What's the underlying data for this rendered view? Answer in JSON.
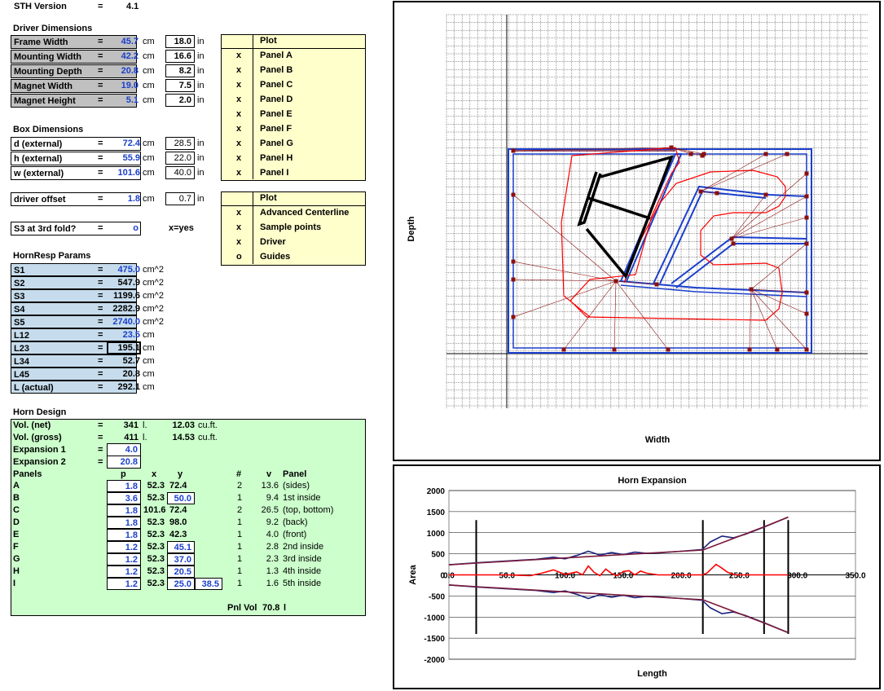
{
  "version": {
    "label": "STH Version",
    "eq": "=",
    "value": "4.1"
  },
  "driver": {
    "title": "Driver Dimensions",
    "rows": [
      {
        "label": "Frame Width",
        "cm": "45.7",
        "in": "18.0"
      },
      {
        "label": "Mounting Width",
        "cm": "42.2",
        "in": "16.6"
      },
      {
        "label": "Mounting Depth",
        "cm": "20.8",
        "in": "8.2"
      },
      {
        "label": "Magnet Width",
        "cm": "19.0",
        "in": "7.5"
      },
      {
        "label": "Magnet Height",
        "cm": "5.1",
        "in": "2.0"
      }
    ]
  },
  "box": {
    "title": "Box Dimensions",
    "rows": [
      {
        "label": "d (external)",
        "cm": "72.4",
        "in": "28.5"
      },
      {
        "label": "h (external)",
        "cm": "55.9",
        "in": "22.0"
      },
      {
        "label": "w (external)",
        "cm": "101.6",
        "in": "40.0"
      }
    ]
  },
  "offset": {
    "label": "driver offset",
    "cm": "1.8",
    "in": "0.7"
  },
  "s3fold": {
    "label": "S3 at 3rd fold?",
    "value": "o",
    "hint": "x=yes"
  },
  "units": {
    "eq": "=",
    "cm": "cm",
    "in": "in",
    "cm2": "cm^2"
  },
  "plot1": {
    "title": "Plot",
    "rows": [
      {
        "mark": "x",
        "label": "Panel A"
      },
      {
        "mark": "x",
        "label": "Panel B"
      },
      {
        "mark": "x",
        "label": "Panel C"
      },
      {
        "mark": "x",
        "label": "Panel D"
      },
      {
        "mark": "x",
        "label": "Panel E"
      },
      {
        "mark": "x",
        "label": "Panel F"
      },
      {
        "mark": "x",
        "label": "Panel G"
      },
      {
        "mark": "x",
        "label": "Panel H"
      },
      {
        "mark": "x",
        "label": "Panel I"
      }
    ]
  },
  "plot2": {
    "title": "Plot",
    "rows": [
      {
        "mark": "x",
        "label": "Advanced Centerline"
      },
      {
        "mark": "x",
        "label": "Sample points"
      },
      {
        "mark": "x",
        "label": "Driver"
      },
      {
        "mark": "o",
        "label": "Guides"
      }
    ]
  },
  "hornresp": {
    "title": "HornResp Params",
    "rows": [
      {
        "label": "S1",
        "value": "475.0",
        "unit": "cm^2",
        "blue": true
      },
      {
        "label": "S2",
        "value": "547.9",
        "unit": "cm^2",
        "blue": false
      },
      {
        "label": "S3",
        "value": "1199.6",
        "unit": "cm^2",
        "blue": false
      },
      {
        "label": "S4",
        "value": "2282.9",
        "unit": "cm^2",
        "blue": false
      },
      {
        "label": "S5",
        "value": "2740.0",
        "unit": "cm^2",
        "blue": true
      },
      {
        "label": "L12",
        "value": "23.5",
        "unit": "cm",
        "blue": true
      },
      {
        "label": "L23",
        "value": "195.1",
        "unit": "cm",
        "blue": false
      },
      {
        "label": "L34",
        "value": "52.7",
        "unit": "cm",
        "blue": false
      },
      {
        "label": "L45",
        "value": "20.8",
        "unit": "cm",
        "blue": false
      },
      {
        "label": "L (actual)",
        "value": "292.1",
        "unit": "cm",
        "blue": false
      }
    ]
  },
  "horn": {
    "title": "Horn Design",
    "volnet": {
      "label": "Vol. (net)",
      "l": "341",
      "lu": "l.",
      "ft": "12.03",
      "ftu": "cu.ft."
    },
    "volgross": {
      "label": "Vol. (gross)",
      "l": "411",
      "lu": "l.",
      "ft": "14.53",
      "ftu": "cu.ft."
    },
    "exp1": {
      "label": "Expansion 1",
      "value": "4.0"
    },
    "exp2": {
      "label": "Expansion 2",
      "value": "20.8"
    },
    "headers": {
      "panels": "Panels",
      "p": "p",
      "x": "x",
      "y": "y",
      "n": "#",
      "v": "v",
      "panel": "Panel"
    },
    "rows": [
      {
        "name": "A",
        "p": "1.8",
        "x": "52.3",
        "y": "72.4",
        "yin": false,
        "extra": "",
        "n": "2",
        "v": "13.6",
        "desc": "(sides)"
      },
      {
        "name": "B",
        "p": "3.6",
        "x": "52.3",
        "y": "50.0",
        "yin": true,
        "extra": "",
        "n": "1",
        "v": "9.4",
        "desc": "1st inside"
      },
      {
        "name": "C",
        "p": "1.8",
        "x": "101.6",
        "y": "72.4",
        "yin": false,
        "extra": "",
        "n": "2",
        "v": "26.5",
        "desc": "(top, bottom)"
      },
      {
        "name": "D",
        "p": "1.8",
        "x": "52.3",
        "y": "98.0",
        "yin": false,
        "extra": "",
        "n": "1",
        "v": "9.2",
        "desc": "(back)"
      },
      {
        "name": "E",
        "p": "1.8",
        "x": "52.3",
        "y": "42.3",
        "yin": false,
        "extra": "",
        "n": "1",
        "v": "4.0",
        "desc": "(front)"
      },
      {
        "name": "F",
        "p": "1.2",
        "x": "52.3",
        "y": "45.1",
        "yin": true,
        "extra": "",
        "n": "1",
        "v": "2.8",
        "desc": "2nd inside"
      },
      {
        "name": "G",
        "p": "1.2",
        "x": "52.3",
        "y": "37.0",
        "yin": true,
        "extra": "",
        "n": "1",
        "v": "2.3",
        "desc": "3rd inside"
      },
      {
        "name": "H",
        "p": "1.2",
        "x": "52.3",
        "y": "20.5",
        "yin": true,
        "extra": "",
        "n": "1",
        "v": "1.3",
        "desc": "4th inside"
      },
      {
        "name": "I",
        "p": "1.2",
        "x": "52.3",
        "y": "25.0",
        "yin": true,
        "extra": "38.5",
        "n": "1",
        "v": "1.6",
        "desc": "5th inside"
      }
    ],
    "pnlvol": {
      "label": "Pnl Vol",
      "value": "70.8",
      "unit": "l"
    }
  },
  "layoutplot": {
    "xlabel": "Width",
    "ylabel": "Depth"
  },
  "chart_data": {
    "type": "line",
    "title": "Horn Expansion",
    "xlabel": "Length",
    "ylabel": "Area",
    "xlim": [
      0,
      350
    ],
    "ylim": [
      -2000,
      2000
    ],
    "xticks": [
      "0.0",
      "50.0",
      "100.0",
      "150.0",
      "200.0",
      "250.0",
      "300.0",
      "350.0"
    ],
    "yticks": [
      "2000",
      "1500",
      "1000",
      "500",
      "0",
      "-500",
      "-1000",
      "-1500",
      "-2000"
    ],
    "vlines": [
      23.5,
      218.6,
      271.3,
      292.1
    ],
    "series": [
      {
        "color": "#1a237e",
        "x": [
          0,
          25,
          50,
          75,
          90,
          100,
          110,
          120,
          130,
          140,
          150,
          160,
          170,
          180,
          200,
          218,
          225,
          235,
          245,
          255,
          271,
          292
        ],
        "y": [
          240,
          290,
          330,
          370,
          420,
          380,
          460,
          560,
          470,
          530,
          480,
          540,
          510,
          520,
          560,
          600,
          780,
          920,
          880,
          960,
          1130,
          1370
        ]
      },
      {
        "color": "#7b1a3a",
        "x": [
          0,
          23.5,
          218.6,
          271.3,
          292.1
        ],
        "y": [
          237,
          280,
          590,
          1140,
          1370
        ]
      },
      {
        "color": "#1a237e",
        "x": [
          0,
          25,
          50,
          75,
          90,
          100,
          110,
          120,
          130,
          140,
          150,
          160,
          170,
          180,
          200,
          218,
          225,
          235,
          245,
          255,
          271,
          292
        ],
        "y": [
          -240,
          -290,
          -330,
          -370,
          -420,
          -380,
          -460,
          -560,
          -470,
          -530,
          -480,
          -540,
          -510,
          -520,
          -560,
          -600,
          -780,
          -920,
          -880,
          -960,
          -1130,
          -1370
        ]
      },
      {
        "color": "#7b1a3a",
        "x": [
          0,
          23.5,
          218.6,
          271.3,
          292.1
        ],
        "y": [
          -237,
          -280,
          -590,
          -1140,
          -1370
        ]
      },
      {
        "color": "#ff0000",
        "x": [
          0,
          50,
          70,
          80,
          90,
          100,
          110,
          115,
          120,
          125,
          130,
          135,
          140,
          145,
          150,
          155,
          160,
          165,
          170,
          180,
          200,
          218,
          222,
          230,
          235,
          240,
          245,
          250,
          255,
          260,
          292
        ],
        "y": [
          0,
          0,
          -20,
          40,
          120,
          10,
          70,
          0,
          210,
          60,
          -20,
          140,
          30,
          -20,
          80,
          100,
          0,
          90,
          40,
          0,
          0,
          0,
          40,
          250,
          160,
          60,
          10,
          0,
          0,
          0,
          0
        ]
      }
    ]
  }
}
